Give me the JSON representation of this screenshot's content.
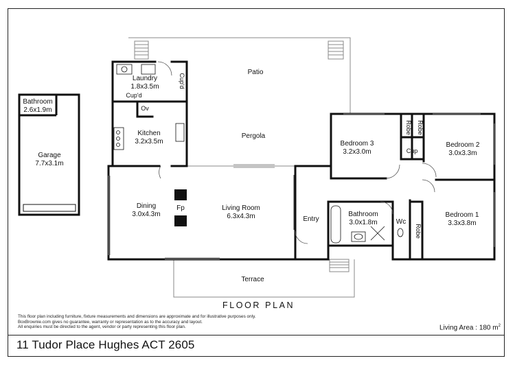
{
  "title": "FLOOR PLAN",
  "address": "11 Tudor Place Hughes ACT 2605",
  "living_area": "Living Area : 180 m",
  "living_area_unit_sup": "2",
  "disclaimer": [
    "This floor plan including furniture, fixture measurements and dimensions are approximate and for illustrative purposes only.",
    "BoxBrownie.com gives no guarantee, warranty or representation as to the accuracy and layout.",
    "All enquiries must be directed to the agent, vendor or party representing this floor plan."
  ],
  "rooms": {
    "patio": "Patio",
    "laundry": {
      "name": "Laundry",
      "size": "1.8x3.5m"
    },
    "cupd_vertical": "Cup'd",
    "cupd_horizontal": "Cup'd",
    "ov": "Ov",
    "kitchen": {
      "name": "Kitchen",
      "size": "3.2x3.5m"
    },
    "pergola": "Pergola",
    "bedroom3": {
      "name": "Bedroom 3",
      "size": "3.2x3.0m"
    },
    "robe_left": "Robe",
    "robe_right": "Robe",
    "cup": "Cup",
    "bedroom2": {
      "name": "Bedroom 2",
      "size": "3.0x3.3m"
    },
    "garage_bathroom": {
      "name": "Bathroom",
      "size": "2.6x1.9m"
    },
    "garage": {
      "name": "Garage",
      "size": "7.7x3.1m"
    },
    "dining": {
      "name": "Dining",
      "size": "3.0x4.3m"
    },
    "fp": "Fp",
    "living": {
      "name": "Living Room",
      "size": "6.3x4.3m"
    },
    "entry": "Entry",
    "bathroom": {
      "name": "Bathroom",
      "size": "3.0x1.8m"
    },
    "wc": "Wc",
    "robe_bed1": "Robe",
    "bedroom1": {
      "name": "Bedroom 1",
      "size": "3.3x3.8m"
    },
    "terrace": "Terrace"
  },
  "colors": {
    "wall": "#111111",
    "outline": "#888888",
    "background": "#ffffff"
  }
}
